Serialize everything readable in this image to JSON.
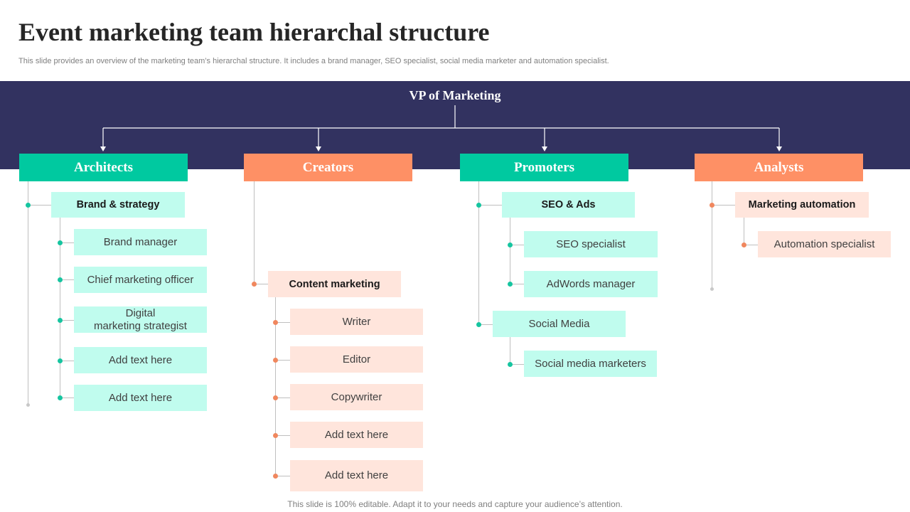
{
  "title": "Event marketing team hierarchal structure",
  "subtitle": "This slide provides an overview of the marketing team’s hierarchal structure. It includes a brand manager, SEO specialist, social media marketer and automation specialist.",
  "vp": "VP of Marketing",
  "columns": [
    {
      "head": "Architects",
      "group": "Brand & strategy",
      "items": [
        "Brand manager",
        "Chief marketing officer",
        "Digital\nmarketing strategist",
        "Add text here",
        "Add text here"
      ]
    },
    {
      "head": "Creators",
      "group": "Content marketing",
      "items": [
        "Writer",
        "Editor",
        "Copywriter",
        "Add text here",
        "Add text here"
      ]
    },
    {
      "head": "Promoters",
      "groups": [
        {
          "label": "SEO & Ads",
          "items": [
            "SEO specialist",
            "AdWords manager"
          ]
        },
        {
          "label": "Social Media",
          "items": [
            "Social media marketers"
          ]
        }
      ]
    },
    {
      "head": "Analysts",
      "group": "Marketing automation",
      "items": [
        "Automation specialist"
      ]
    }
  ],
  "footer": "This slide is 100% editable. Adapt it to your needs and capture your audience’s attention.",
  "colors": {
    "band": "#323260",
    "teal": "#00c9a0",
    "orange": "#fe9065",
    "teal_light": "#c0fcee",
    "orange_light": "#ffe5dc"
  }
}
